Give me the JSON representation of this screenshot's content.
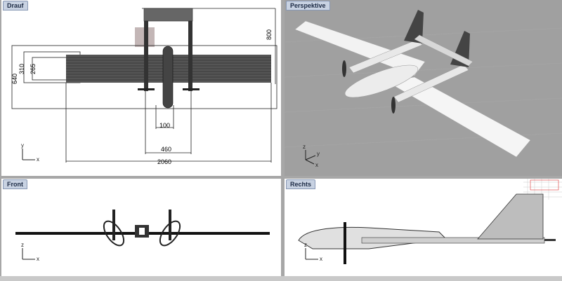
{
  "viewports": {
    "top": {
      "title": "Drauf"
    },
    "perspective": {
      "title": "Perspektive"
    },
    "front": {
      "title": "Front"
    },
    "right": {
      "title": "Rechts"
    }
  },
  "axes": {
    "top": {
      "h": "x",
      "v": "y"
    },
    "perspective": {
      "h": "x",
      "v": "z",
      "d": "y"
    },
    "front": {
      "h": "x",
      "v": "z"
    },
    "right": {
      "h": "x",
      "v": "z"
    }
  },
  "dimensions": {
    "overall_height": "800",
    "wing_chord_outer": "640",
    "wing_chord_mid": "310",
    "wing_chord_inner": "265",
    "fuselage_width": "100",
    "boom_spacing": "460",
    "wingspan": "2060"
  },
  "colors": {
    "viewport_bg": "#ffffff",
    "perspective_bg": "#a0a0a0",
    "tab_bg": "#c8d2e2",
    "highlight_box": "#b4a4a4"
  }
}
